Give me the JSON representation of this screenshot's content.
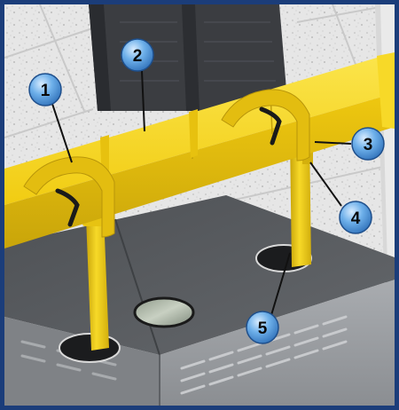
{
  "callouts": [
    {
      "id": 1,
      "label": "1"
    },
    {
      "id": 2,
      "label": "2"
    },
    {
      "id": 3,
      "label": "3"
    },
    {
      "id": 4,
      "label": "4"
    },
    {
      "id": 5,
      "label": "5"
    }
  ],
  "colors": {
    "frame": "#1b3d7a",
    "tray_yellow": "#f4d21a",
    "tray_shadow": "#c7a40d",
    "floor_tile": "#e3e3e3",
    "cabinet_top": "#55585c",
    "cabinet_front": "#9a9da1",
    "rack": "#3a3c40",
    "callout_fill": "#5aa0e0",
    "callout_text": "#0a0a0a"
  }
}
